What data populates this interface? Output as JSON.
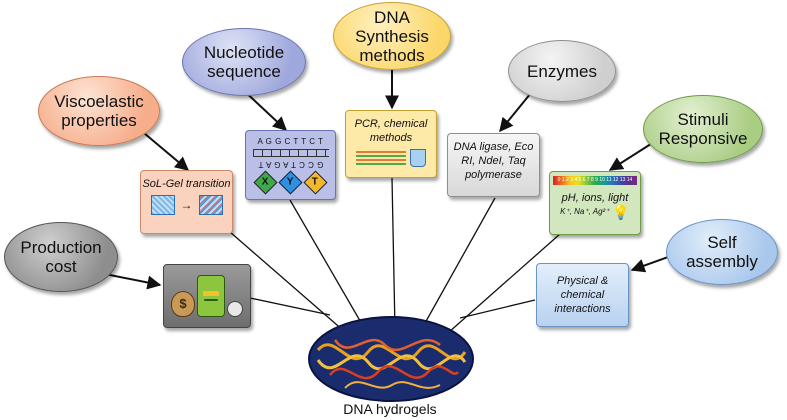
{
  "diagram": {
    "center_label": "DNA hydrogels",
    "factors": {
      "viscoelastic": "Viscoelastic properties",
      "nucleotide": "Nucleotide sequence",
      "synthesis": "DNA Synthesis methods",
      "enzymes": "Enzymes",
      "stimuli": "Stimuli Responsive",
      "production": "Production cost",
      "self_assembly": "Self assembly"
    },
    "details": {
      "solgel": "SoL-Gel transition",
      "synthesis": "PCR, chemical methods",
      "enzymes": "DNA ligase, Eco RI, NdeI, Taq polymerase",
      "stimuli": "pH, ions, light",
      "stimuli_ions": "K⁺, Na⁺, Ag²⁺",
      "self_assembly": "Physical & chemical interactions",
      "seq_top": "A G G C T T C T",
      "seq_bottom": "G C C T A G A T",
      "bases": [
        "X",
        "Y",
        "T"
      ],
      "ph_scale": "0 1 2 3 4 5 6 7 8 9 10 11 12 13 14"
    },
    "colors": {
      "viscoelastic": "#f6ad8a",
      "nucleotide": "#9fa8dc",
      "synthesis": "#fbd76b",
      "enzymes": "#d2d2d2",
      "stimuli": "#aacd84",
      "production": "#8e8e8e",
      "self_assembly": "#a9c8ec"
    }
  }
}
